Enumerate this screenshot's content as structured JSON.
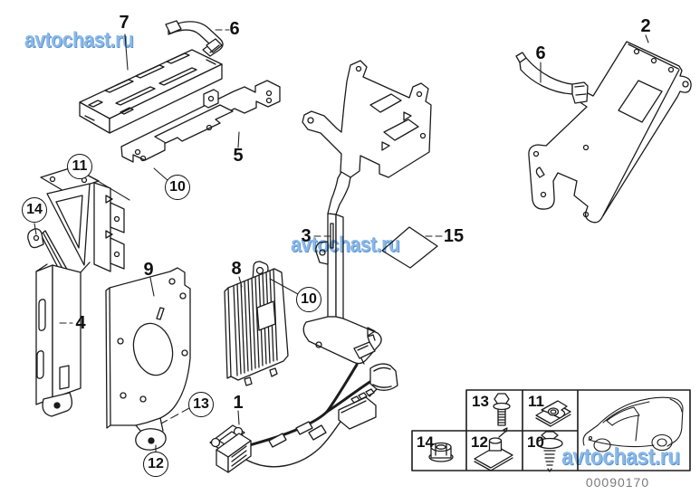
{
  "watermark": {
    "text": "avtochast.ru",
    "color": "#7fb2e6"
  },
  "callouts": {
    "plain": [
      {
        "id": "part-7",
        "label": "7"
      },
      {
        "id": "part-6-left",
        "label": "6"
      },
      {
        "id": "part-2",
        "label": "2"
      },
      {
        "id": "part-6-right",
        "label": "6"
      },
      {
        "id": "part-5",
        "label": "5"
      },
      {
        "id": "part-3",
        "label": "3"
      },
      {
        "id": "part-15",
        "label": "15"
      },
      {
        "id": "part-9",
        "label": "9"
      },
      {
        "id": "part-8",
        "label": "8"
      },
      {
        "id": "part-4",
        "label": "4"
      },
      {
        "id": "part-1",
        "label": "1"
      }
    ],
    "circled": [
      {
        "id": "part-11",
        "label": "11"
      },
      {
        "id": "part-14",
        "label": "14"
      },
      {
        "id": "part-10-upper",
        "label": "10"
      },
      {
        "id": "part-10-mid",
        "label": "10"
      },
      {
        "id": "part-13",
        "label": "13"
      },
      {
        "id": "part-12",
        "label": "12"
      }
    ]
  },
  "legend": {
    "cells": [
      {
        "label": "13",
        "icon": "hex-bolt-icon"
      },
      {
        "label": "11",
        "icon": "clip-nut-icon"
      },
      {
        "label": "14",
        "icon": "flange-nut-icon"
      },
      {
        "label": "12",
        "icon": "clip-stud-icon"
      },
      {
        "label": "10",
        "icon": "washer-screw-icon"
      }
    ],
    "thumbnail": "car-silhouette",
    "drawing_number": "00090170"
  },
  "line_color": "#1c1c1c"
}
